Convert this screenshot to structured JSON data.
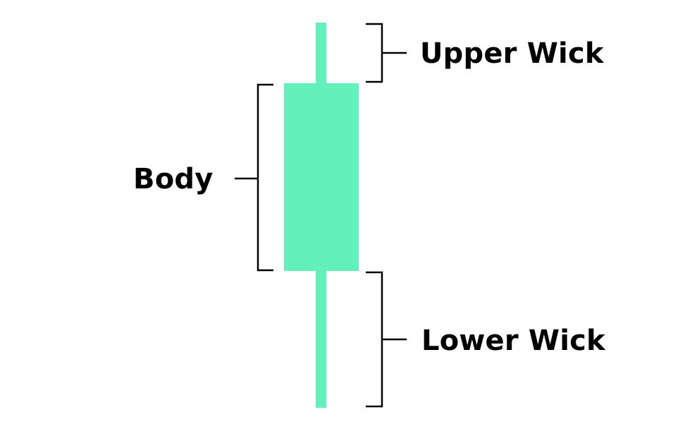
{
  "labels": {
    "upper_wick": "Upper Wick",
    "body": "Body",
    "lower_wick": "Lower Wick"
  },
  "colors": {
    "candle": "#62F0BB",
    "annotation": "#000000",
    "background": "#ffffff"
  }
}
